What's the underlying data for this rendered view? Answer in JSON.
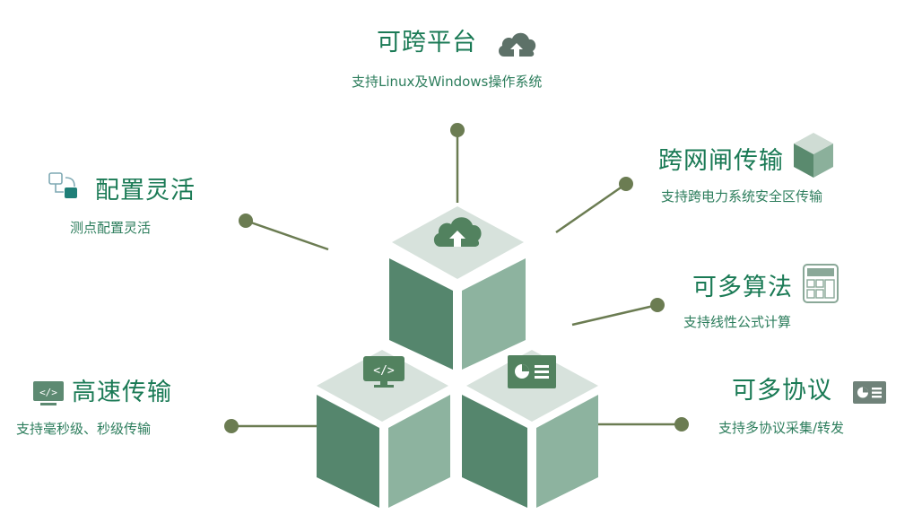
{
  "colors": {
    "title": "#1a7a55",
    "subtitle": "#2c7d5c",
    "connector": "#6b7c52",
    "cube_top": "#d7e2dc",
    "cube_left": "#55866d",
    "cube_right": "#8db39f",
    "icon_fill": "#52825f",
    "icon_gray": "#5d7168"
  },
  "features": {
    "cross_platform": {
      "title": "可跨平台",
      "subtitle": "支持Linux及Windows操作系统",
      "icon": "cloud-upload-icon"
    },
    "cross_gateway": {
      "title": "跨网闸传输",
      "subtitle": "支持跨电力系统安全区传输",
      "icon": "cube-icon"
    },
    "flexible_config": {
      "title": "配置灵活",
      "subtitle": "测点配置灵活",
      "icon": "config-flow-icon"
    },
    "algorithms": {
      "title": "可多算法",
      "subtitle": "支持线性公式计算",
      "icon": "calculator-icon"
    },
    "high_speed": {
      "title": "高速传输",
      "subtitle": "支持毫秒级、秒级传输",
      "icon": "code-monitor-icon"
    },
    "protocols": {
      "title": "可多协议",
      "subtitle": "支持多协议采集/转发",
      "icon": "chart-card-icon"
    }
  }
}
